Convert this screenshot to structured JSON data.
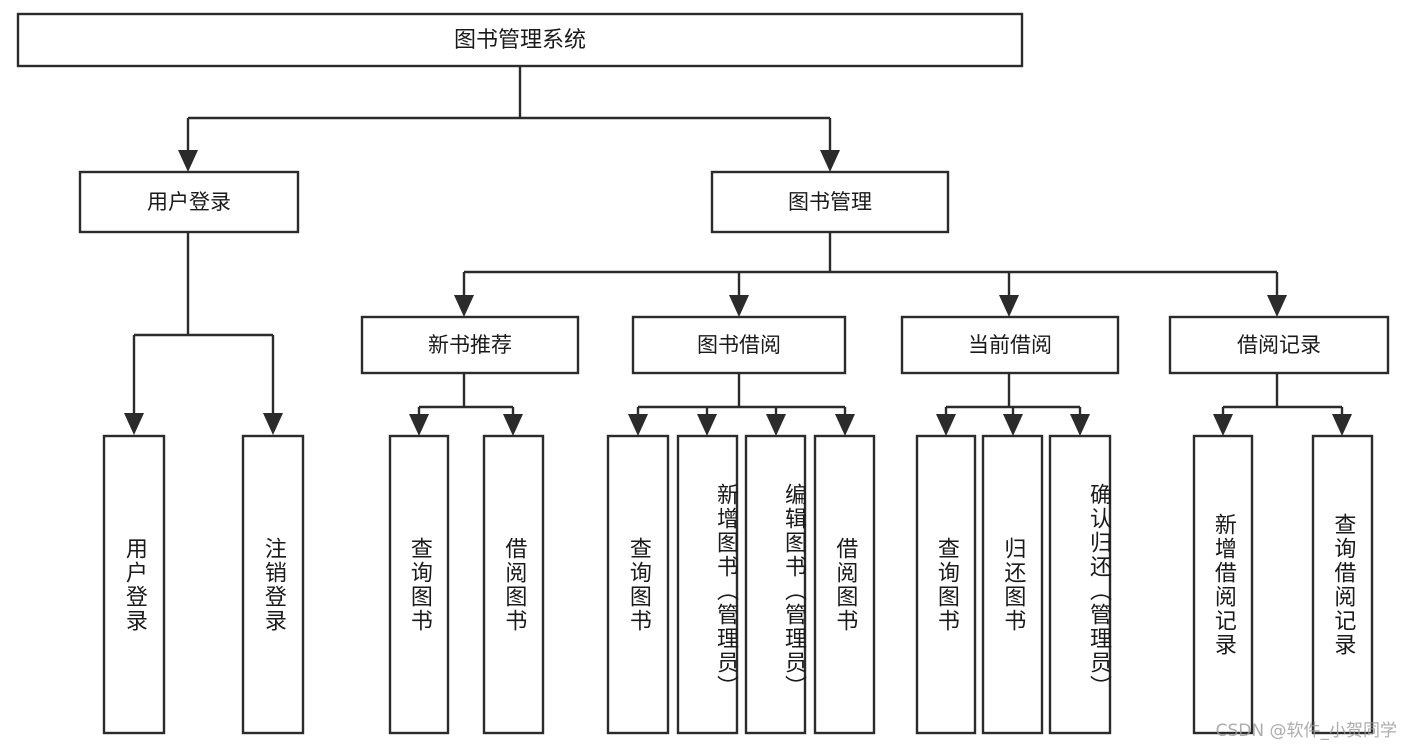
{
  "diagram": {
    "type": "tree",
    "title": "图书管理系统",
    "root": {
      "id": "root",
      "label": "图书管理系统",
      "orientation": "horizontal"
    },
    "level2": [
      {
        "id": "user-login",
        "label": "用户登录",
        "orientation": "horizontal"
      },
      {
        "id": "book-management",
        "label": "图书管理",
        "orientation": "horizontal"
      }
    ],
    "level3": [
      {
        "id": "new-book-recommend",
        "label": "新书推荐",
        "orientation": "horizontal",
        "parent": "book-management"
      },
      {
        "id": "book-borrow",
        "label": "图书借阅",
        "orientation": "horizontal",
        "parent": "book-management"
      },
      {
        "id": "current-borrow",
        "label": "当前借阅",
        "orientation": "horizontal",
        "parent": "book-management"
      },
      {
        "id": "borrow-record",
        "label": "借阅记录",
        "orientation": "horizontal",
        "parent": "book-management"
      }
    ],
    "leaves": [
      {
        "id": "leaf-user-login",
        "label": "用户登录",
        "orientation": "vertical",
        "parent": "user-login"
      },
      {
        "id": "leaf-user-logout",
        "label": "注销登录",
        "orientation": "vertical",
        "parent": "user-login"
      },
      {
        "id": "leaf-query-book-1",
        "label": "查询图书",
        "orientation": "vertical",
        "parent": "new-book-recommend"
      },
      {
        "id": "leaf-borrow-book-1",
        "label": "借阅图书",
        "orientation": "vertical",
        "parent": "new-book-recommend"
      },
      {
        "id": "leaf-query-book-2",
        "label": "查询图书",
        "orientation": "vertical",
        "parent": "book-borrow"
      },
      {
        "id": "leaf-add-book",
        "label": "新增图书（管理员）",
        "orientation": "vertical",
        "parent": "book-borrow"
      },
      {
        "id": "leaf-edit-book",
        "label": "编辑图书（管理员）",
        "orientation": "vertical",
        "parent": "book-borrow"
      },
      {
        "id": "leaf-borrow-book-2",
        "label": "借阅图书",
        "orientation": "vertical",
        "parent": "book-borrow"
      },
      {
        "id": "leaf-query-book-3",
        "label": "查询图书",
        "orientation": "vertical",
        "parent": "current-borrow"
      },
      {
        "id": "leaf-return-book",
        "label": "归还图书",
        "orientation": "vertical",
        "parent": "current-borrow"
      },
      {
        "id": "leaf-confirm-return",
        "label": "确认归还（管理员）",
        "orientation": "vertical",
        "parent": "current-borrow"
      },
      {
        "id": "leaf-add-record",
        "label": "新增借阅记录",
        "orientation": "vertical",
        "parent": "borrow-record"
      },
      {
        "id": "leaf-query-record",
        "label": "查询借阅记录",
        "orientation": "vertical",
        "parent": "borrow-record"
      }
    ]
  },
  "watermark": {
    "text": "CSDN @软件_小贺同学"
  },
  "colors": {
    "stroke": "#2b2b2b",
    "fill": "#ffffff",
    "text": "#1a1a1a",
    "watermark": "#9a9a9a",
    "background": "#ffffff"
  }
}
